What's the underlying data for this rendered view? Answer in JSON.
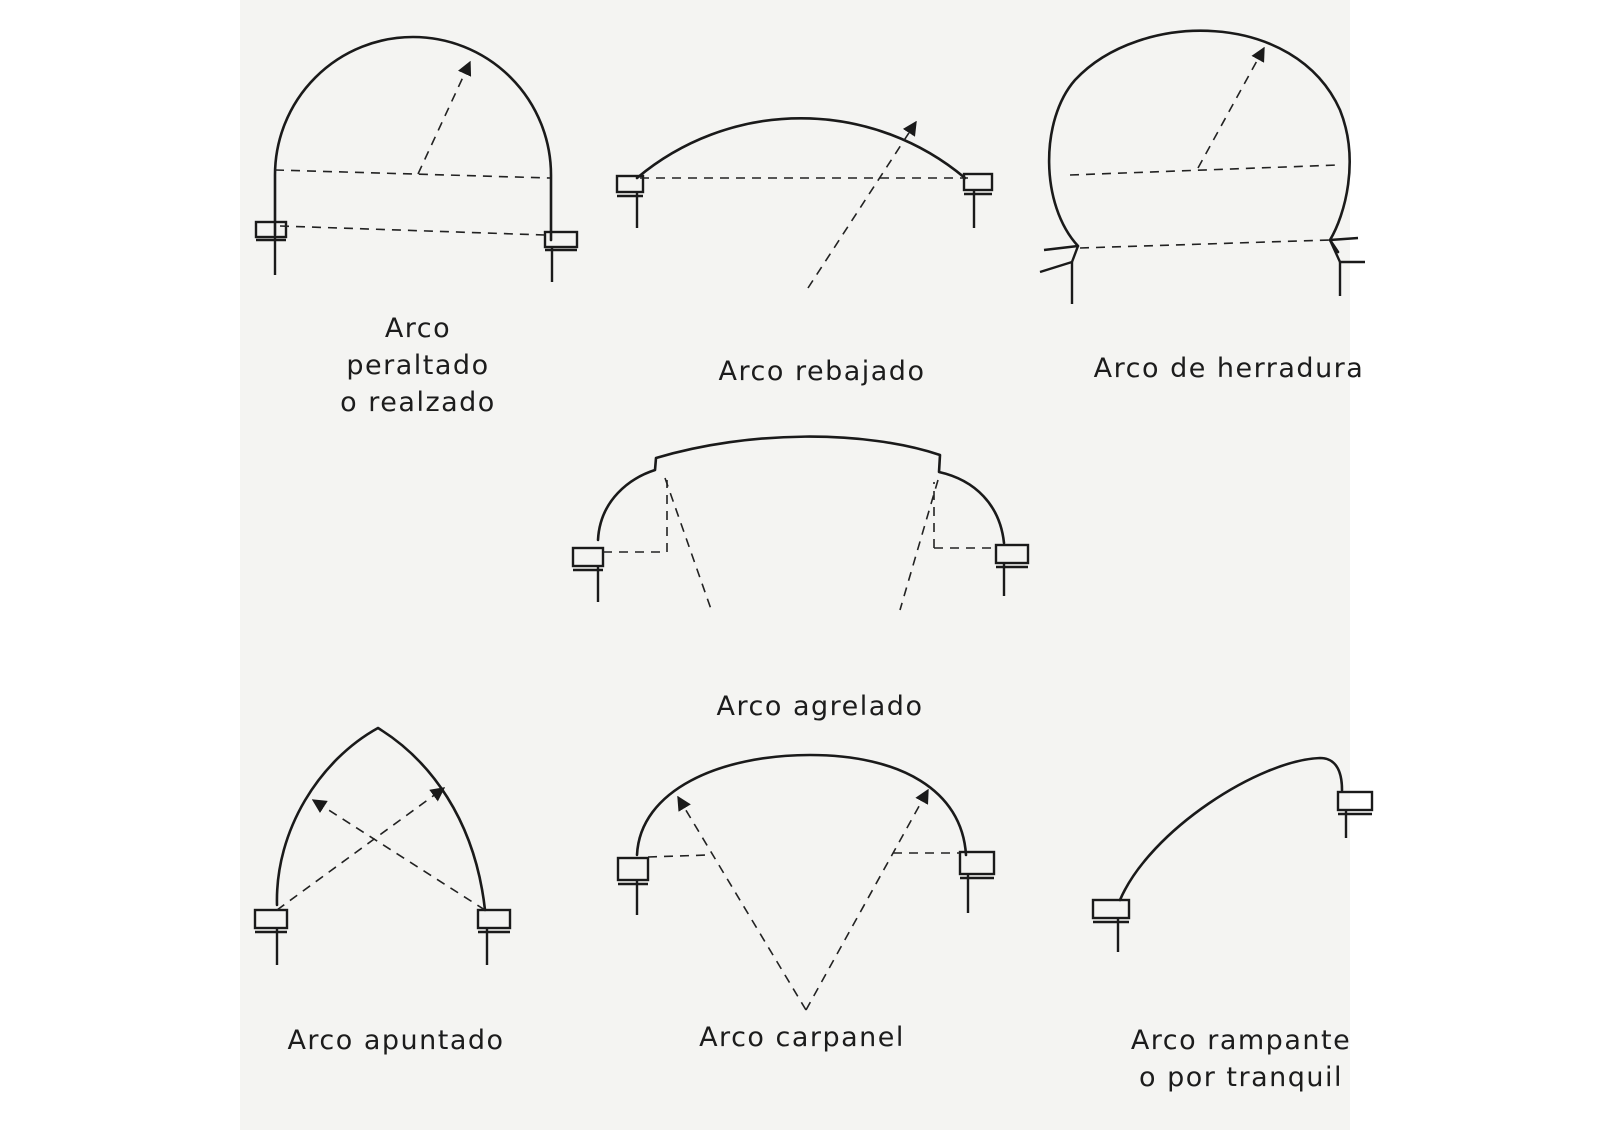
{
  "diagram": {
    "arches": [
      {
        "id": "peraltado",
        "lines": [
          "Arco",
          "peraltado",
          "o realzado"
        ]
      },
      {
        "id": "rebajado",
        "lines": [
          "Arco rebajado"
        ]
      },
      {
        "id": "herradura",
        "lines": [
          "Arco de herradura"
        ]
      },
      {
        "id": "agrelado",
        "lines": [
          "Arco agrelado"
        ]
      },
      {
        "id": "apuntado",
        "lines": [
          "Arco apuntado"
        ]
      },
      {
        "id": "carpanel",
        "lines": [
          "Arco carpanel"
        ]
      },
      {
        "id": "rampante",
        "lines": [
          "Arco rampante",
          "o por tranquil"
        ]
      }
    ]
  }
}
